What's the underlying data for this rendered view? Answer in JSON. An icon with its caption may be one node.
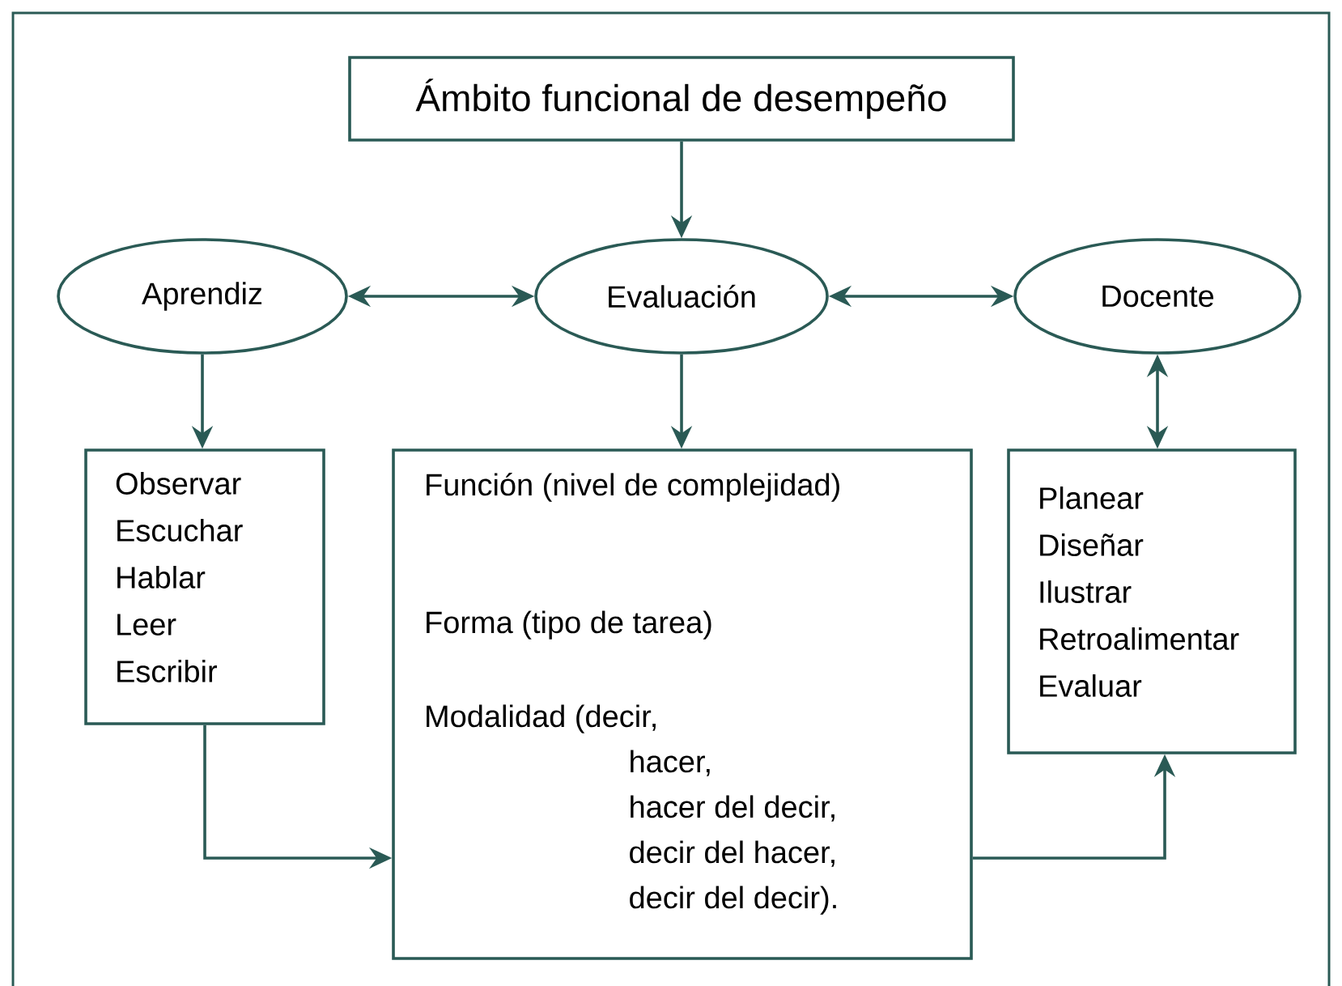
{
  "diagram": {
    "nodes": [
      {
        "text": [
          "Ámbito funcional de desempeño"
        ]
      },
      {
        "text": [
          "Aprendiz"
        ]
      },
      {
        "text": [
          "Evaluación"
        ]
      },
      {
        "text": [
          "Docente"
        ]
      },
      {
        "text": [
          "Observar",
          "Escuchar",
          "Hablar",
          "Leer",
          "Escribir"
        ]
      },
      {
        "text": [
          "Función (nivel de complejidad)",
          "Forma (tipo de tarea)",
          "Modalidad (decir, hacer, hacer del decir, decir del hacer, decir del decir)."
        ]
      },
      {
        "text": [
          "Planear",
          "Diseñar",
          "Ilustrar",
          "Retroalimentar",
          "Evaluar"
        ]
      }
    ],
    "edges": [
      {
        "from": 0,
        "to": 2,
        "arrow": "to"
      },
      {
        "from": 1,
        "to": 2,
        "arrow": "both"
      },
      {
        "from": 2,
        "to": 3,
        "arrow": "both"
      },
      {
        "from": 1,
        "to": 4,
        "arrow": "to"
      },
      {
        "from": 2,
        "to": 5,
        "arrow": "to"
      },
      {
        "from": 3,
        "to": 6,
        "arrow": "both"
      },
      {
        "from": 4,
        "to": 5,
        "arrow": "to"
      },
      {
        "from": 5,
        "to": 6,
        "arrow": "to"
      }
    ]
  }
}
